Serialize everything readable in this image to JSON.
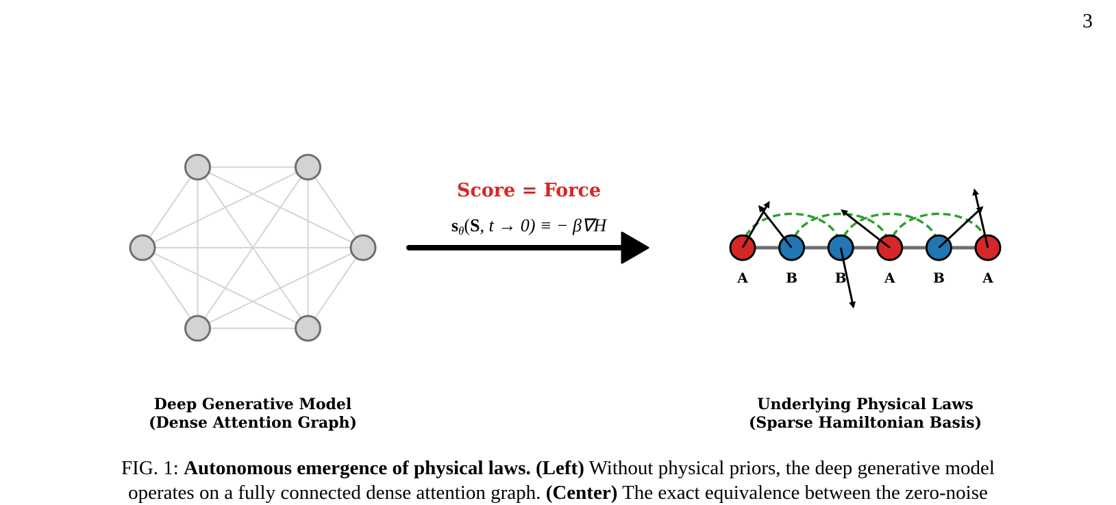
{
  "page": {
    "number": "3"
  },
  "figure": {
    "left_panel": {
      "title_line1": "Deep Generative Model",
      "title_line2": "(Dense Attention Graph)",
      "node_count": 6,
      "colors": {
        "node_fill": "#d3d3d3",
        "node_stroke": "#6e6e6e",
        "edge": "#d4d4d4"
      }
    },
    "center_panel": {
      "heading": "Score = Force",
      "equation": {
        "s": "s",
        "theta": "θ",
        "args": "(",
        "S": "S",
        "rest": ", t → 0) ≡ − β∇H"
      },
      "colors": {
        "heading": "#d62728",
        "arrow": "#000000"
      }
    },
    "right_panel": {
      "title_line1": "Underlying Physical Laws",
      "title_line2": "(Sparse Hamiltonian Basis)",
      "sites": [
        {
          "label": "A",
          "type": "A"
        },
        {
          "label": "B",
          "type": "B"
        },
        {
          "label": "B",
          "type": "B"
        },
        {
          "label": "A",
          "type": "A"
        },
        {
          "label": "B",
          "type": "B"
        },
        {
          "label": "A",
          "type": "A"
        }
      ],
      "colors": {
        "A": "#d62728",
        "B": "#1f77b4",
        "chain": "#6e6e6e",
        "coupling": "#2ca02c",
        "spin": "#000000"
      }
    }
  },
  "caption": {
    "fig_label": "FIG. 1: ",
    "bold_title": "Autonomous emergence of physical laws.",
    "left_tag": "(Left)",
    "left_text": " Without physical priors, the deep generative model",
    "line2_text": "operates on a fully connected dense attention graph. ",
    "center_tag": "(Center)",
    "center_text": " The exact equivalence between the zero-noise"
  }
}
